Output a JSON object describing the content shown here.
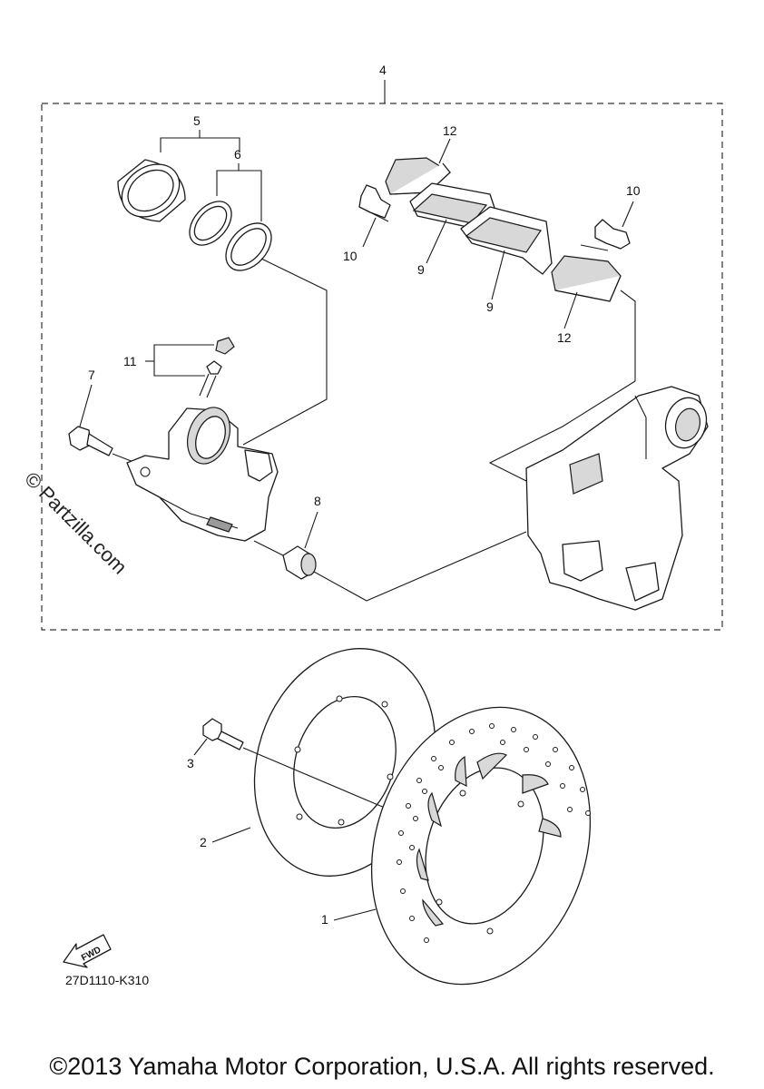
{
  "callouts": {
    "c1": "1",
    "c2": "2",
    "c3": "3",
    "c4": "4",
    "c5": "5",
    "c6": "6",
    "c7": "7",
    "c8": "8",
    "c9a": "9",
    "c9b": "9",
    "c10a": "10",
    "c10b": "10",
    "c11": "11",
    "c12a": "12",
    "c12b": "12"
  },
  "fwd_label": "FWD",
  "diagram_code": "27D1110-K310",
  "watermark": "© Partzilla.com",
  "copyright": "©2013 Yamaha Motor Corporation, U.S.A. All rights reserved."
}
